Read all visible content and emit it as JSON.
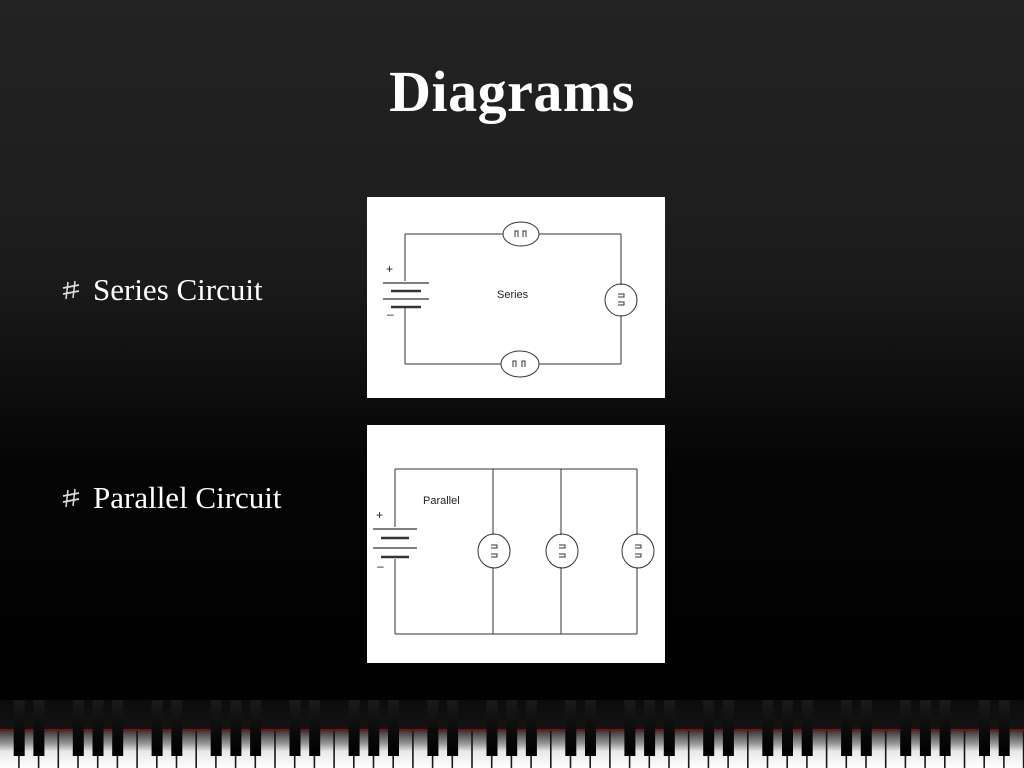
{
  "slide": {
    "title": "Diagrams"
  },
  "bullets": [
    {
      "label": "Series Circuit"
    },
    {
      "label": "Parallel Circuit"
    }
  ],
  "diagrams": {
    "series": {
      "label": "Series",
      "plus": "+",
      "minus": "–"
    },
    "parallel": {
      "label": "Parallel",
      "plus": "+",
      "minus": "–"
    }
  },
  "colors": {
    "background_top": "#232323",
    "background_bottom": "#000000",
    "text": "#ffffff",
    "diagram_bg": "#ffffff",
    "diagram_line": "#333333"
  },
  "icons": {
    "bullet": "sharp-sign-icon"
  }
}
